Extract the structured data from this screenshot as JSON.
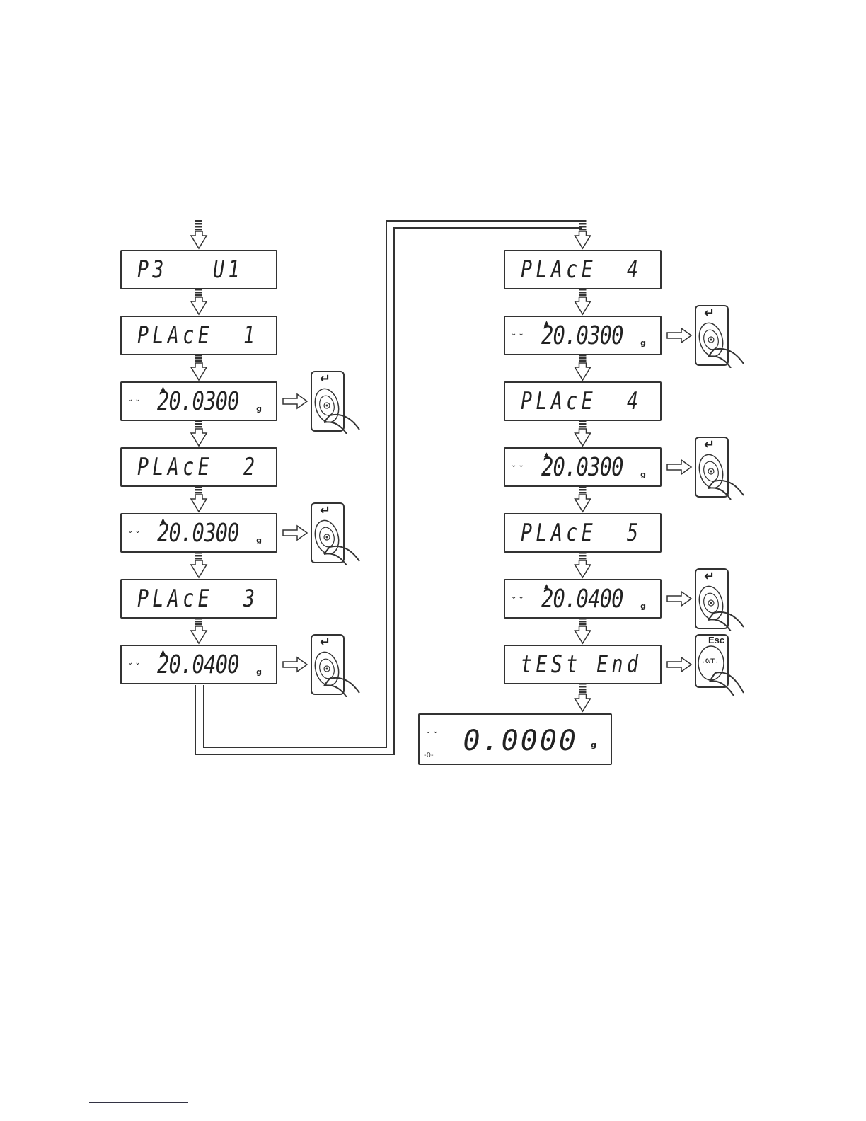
{
  "left_column": [
    {
      "type": "text",
      "text": "P3   U1"
    },
    {
      "type": "text",
      "text": "PLAcE  1"
    },
    {
      "type": "reading",
      "value": "20.0300",
      "unit": "g",
      "key": "enter"
    },
    {
      "type": "text",
      "text": "PLAcE  2"
    },
    {
      "type": "reading",
      "value": "20.0300",
      "unit": "g",
      "key": "enter"
    },
    {
      "type": "text",
      "text": "PLAcE  3"
    },
    {
      "type": "reading",
      "value": "20.0400",
      "unit": "g",
      "key": "enter"
    }
  ],
  "right_column": [
    {
      "type": "text",
      "text": "PLAcE  4"
    },
    {
      "type": "reading",
      "value": "20.0300",
      "unit": "g",
      "key": "enter"
    },
    {
      "type": "text",
      "text": "PLAcE  4"
    },
    {
      "type": "reading",
      "value": "20.0300",
      "unit": "g",
      "key": "enter"
    },
    {
      "type": "text",
      "text": "PLAcE  5"
    },
    {
      "type": "reading",
      "value": "20.0400",
      "unit": "g",
      "key": "enter"
    },
    {
      "type": "text",
      "text": "tESt End",
      "key": "esc"
    }
  ],
  "final_display": {
    "value": "0.0000",
    "unit": "g",
    "zero_marker": "-0-"
  },
  "keys": {
    "enter": {
      "icon": "enter-key-icon",
      "symbol": "↵"
    },
    "esc": {
      "icon": "esc-zero-tare-key-icon",
      "label_top": "Esc",
      "label_center": "→0/T←"
    }
  },
  "colors": {
    "line": "#333333",
    "background": "#ffffff"
  }
}
